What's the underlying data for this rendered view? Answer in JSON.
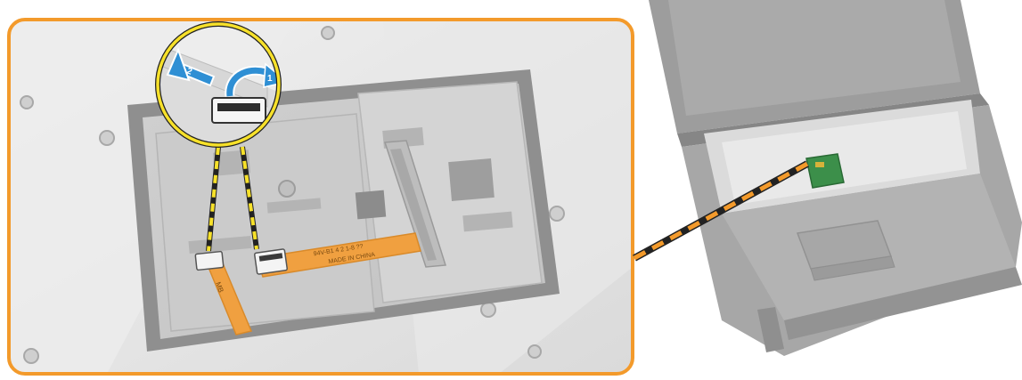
{
  "figure": {
    "cable_print_line1": "94V-B1 4 2 1-8 ??",
    "cable_print_line2": "MADE IN CHINA",
    "connector_label": "MB",
    "step1_label": "1",
    "step2_label": "2",
    "colors": {
      "frame_orange": "#f39a2b",
      "callout_yellow": "#f7e12a",
      "arrow_blue": "#2f8fd4",
      "flex_cable": "#f0a040",
      "board_green": "#3c8f4a",
      "device_gray": "#7d7d7d"
    }
  }
}
